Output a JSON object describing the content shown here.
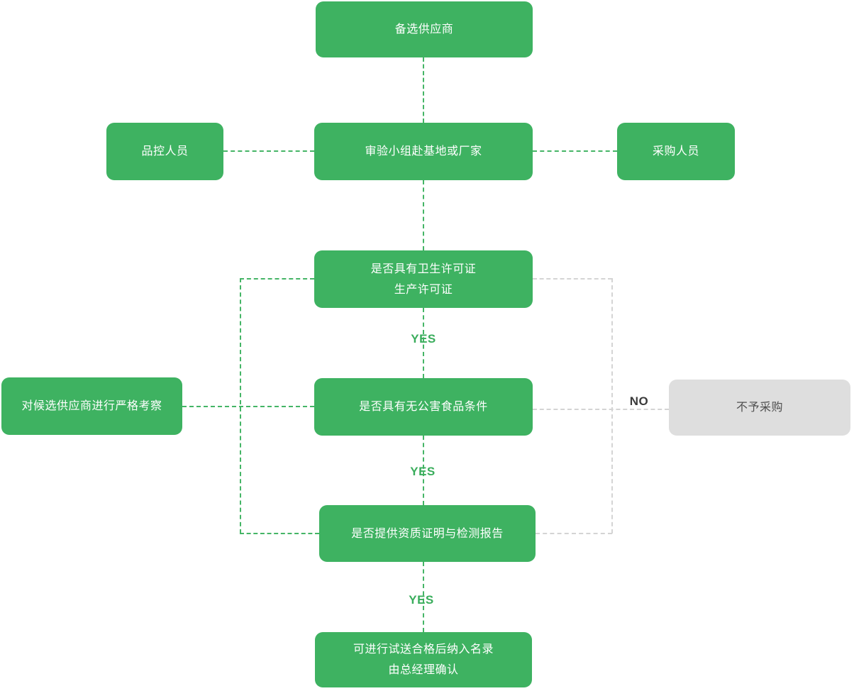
{
  "nodes": {
    "candidate_supplier": {
      "label": "备选供应商"
    },
    "quality_control_staff": {
      "label": "品控人员"
    },
    "inspection_team": {
      "label": "审验小组赴基地或厂家"
    },
    "purchasing_staff": {
      "label": "采购人员"
    },
    "hygiene_production_license": {
      "lines": [
        "是否具有卫生许可证",
        "生产许可证"
      ]
    },
    "strict_review": {
      "label": "对候选供应商进行严格考察"
    },
    "pollution_free_condition": {
      "label": "是否具有无公害食品条件"
    },
    "no_purchase": {
      "label": "不予采购"
    },
    "qualification_test_report": {
      "label": "是否提供资质证明与检测报告"
    },
    "trial_delivery_confirm": {
      "lines": [
        "可进行试送合格后纳入名录",
        "由总经理确认"
      ]
    }
  },
  "edge_labels": {
    "yes_1": "YES",
    "yes_2": "YES",
    "yes_3": "YES",
    "no": "NO"
  },
  "colors": {
    "node_green": "#3eb261",
    "node_gray": "#dedede",
    "node_text_light": "#ffffff",
    "node_text_dark": "#4f4f4f",
    "dash_green": "#45b566",
    "dash_gray": "#d4d4d4",
    "yes_label": "#3aad5c",
    "no_label": "#3b3b3b"
  }
}
